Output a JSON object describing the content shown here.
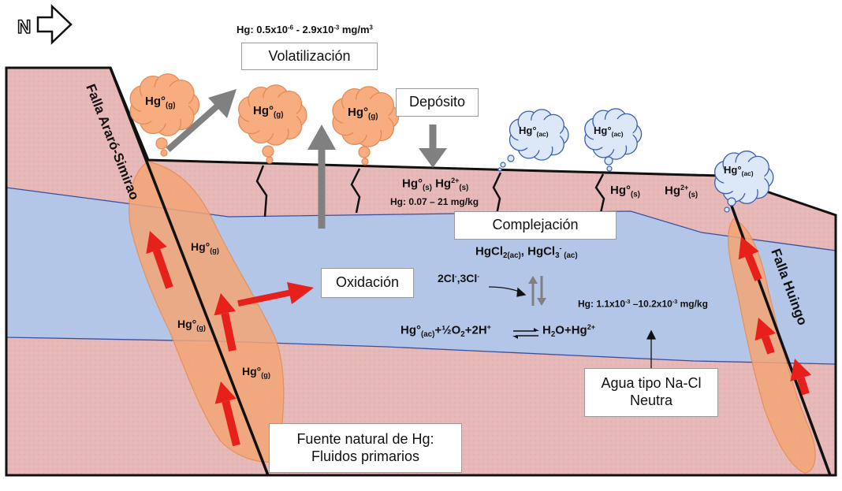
{
  "north_label": "N",
  "volatilization": {
    "hg_range_prefix": "Hg: 0.5x10",
    "hg_range_exp1": "-6",
    "hg_range_mid": " - 2.9x10",
    "hg_range_exp2": "-3",
    "hg_range_unit": " mg/m",
    "hg_range_unit_exp": "3",
    "label": "Volatilización"
  },
  "deposit_label": "Depósito",
  "oxidation_label": "Oxidación",
  "complexation_label": "Complejación",
  "water_type": {
    "line1": "Agua tipo Na-Cl",
    "line2": "Neutra"
  },
  "source": {
    "line1": "Fuente natural de Hg:",
    "line2": "Fluidos primarios"
  },
  "faults": {
    "left": "Falla Araró-Simirao",
    "right": "Falla Huingo"
  },
  "gas_species": {
    "base": "Hg°",
    "sub": "(g)"
  },
  "aqueous_species": {
    "base": "Hg°",
    "sub": "(ac)"
  },
  "solid_species": {
    "hg0": "Hg°",
    "hg0_sub": "(s)",
    "hg2": "Hg",
    "hg2_sup": "2+",
    "hg2_sub": "(s)"
  },
  "soil_concentration": "Hg: 0.07 – 21 mg/kg",
  "chloro_complexes": {
    "a": "HgCl",
    "a_sub": "2(ac)",
    "sep": ", ",
    "b": "HgCl",
    "b_sub": "3",
    "b_sup": "-",
    "b_sub2": " (ac)"
  },
  "chloride_ions": {
    "a": "2Cl",
    "a_sup": "-",
    "sep": ",3Cl",
    "b_sup": "-"
  },
  "water_concentration": {
    "prefix": "Hg: 1.1x10",
    "exp1": "-3",
    "mid": " –10.2x10",
    "exp2": "-3",
    "unit": " mg/kg"
  },
  "reaction": {
    "lhs_base": "Hg°",
    "lhs_sub": "(ac)",
    "lhs_plus": "+½O",
    "lhs_o_sub": "2",
    "lhs_h": "+2H",
    "lhs_h_sup": "+",
    "rhs": "H",
    "rhs_h_sub": "2",
    "rhs_o": "O+Hg",
    "rhs_sup": "2+"
  },
  "colors": {
    "rock": "#e6b8b7",
    "water": "#b3c6e7",
    "plume": "#f4a676",
    "cloud_gas": "#f7ad80",
    "cloud_aq": "#dce8f8",
    "arrow_gray": "#808080",
    "arrow_red": "#e8201c"
  }
}
